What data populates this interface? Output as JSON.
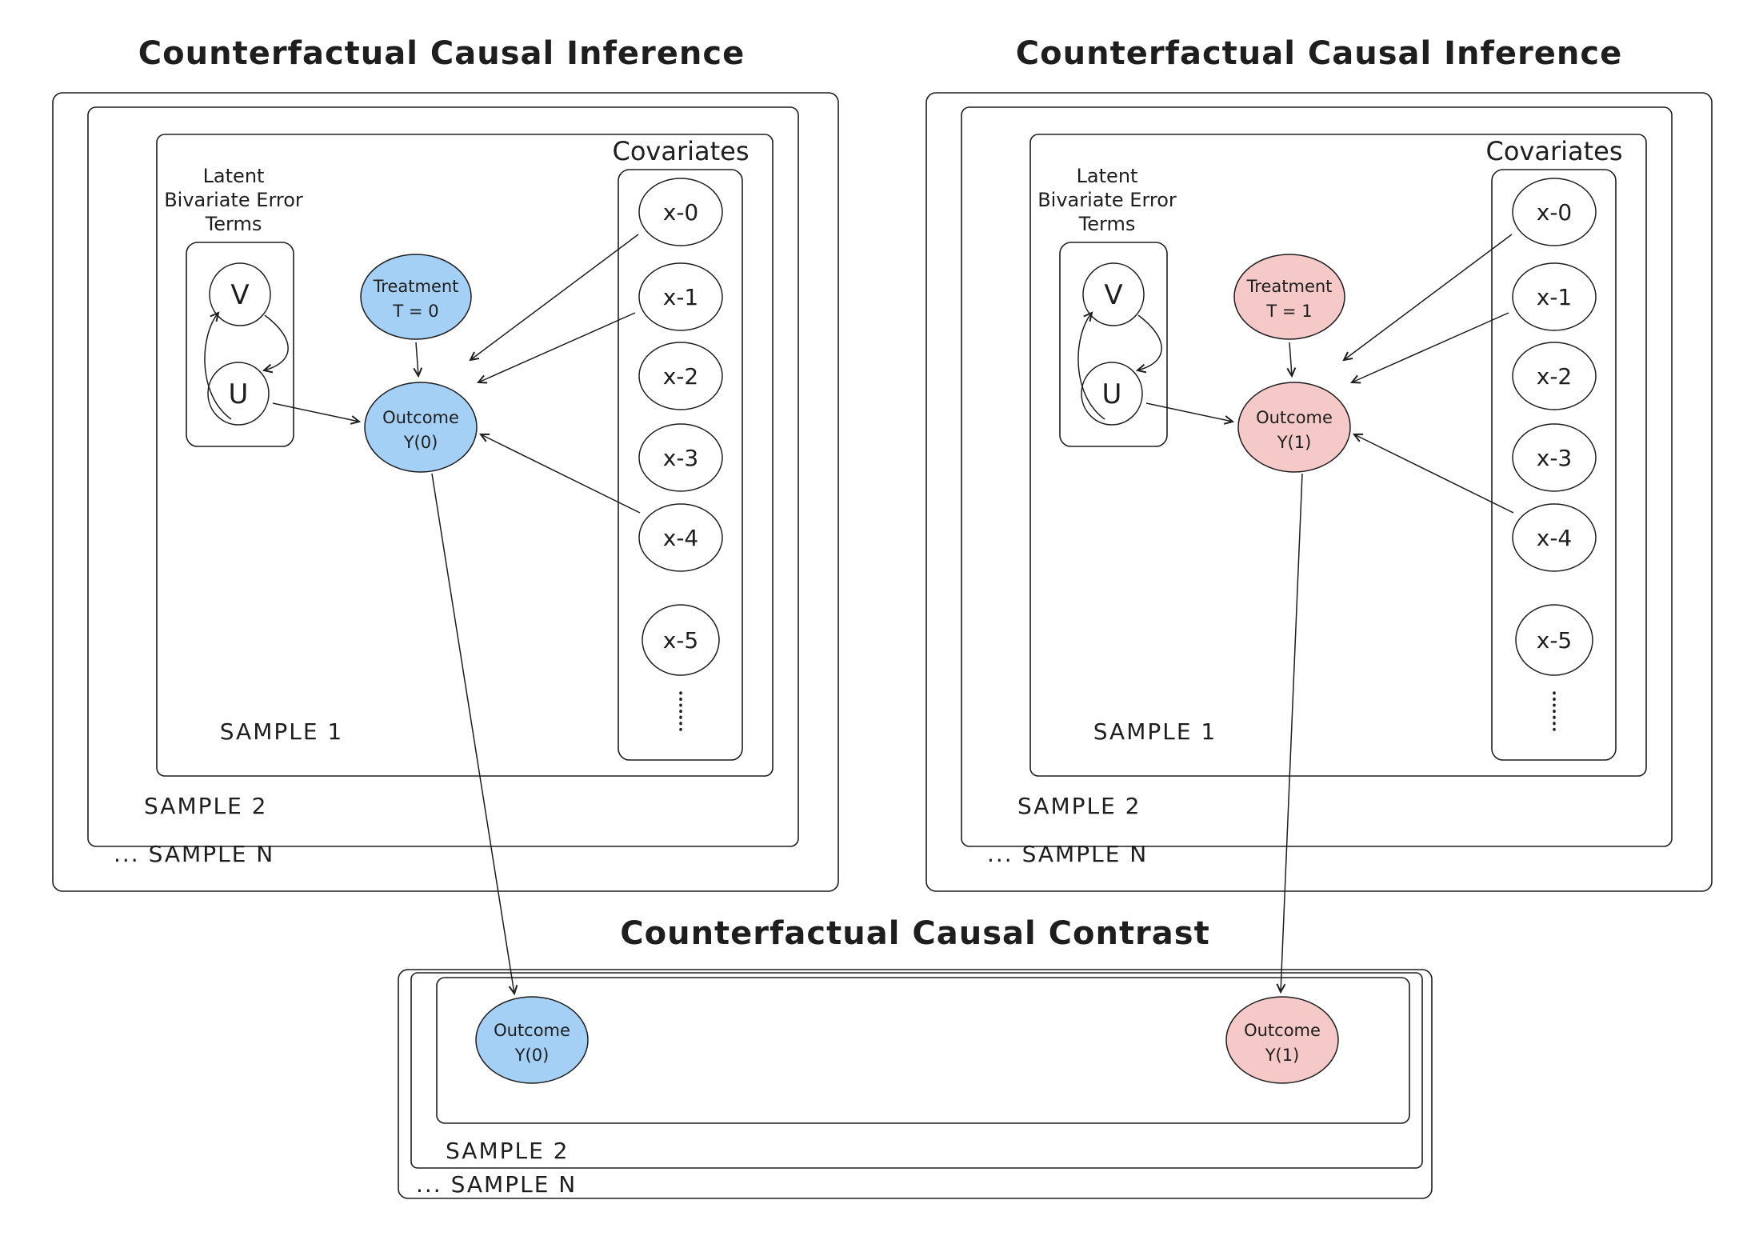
{
  "colors": {
    "control_fill": "#a4d0f5",
    "treated_fill": "#f5c9c7",
    "stroke": "#1e1e1e"
  },
  "left_panel": {
    "title": "Counterfactual Causal Inference",
    "latent_label": [
      "Latent",
      "Bivariate Error",
      "Terms"
    ],
    "v": "V",
    "u": "U",
    "treatment": [
      "Treatment",
      "T = 0"
    ],
    "outcome": [
      "Outcome",
      "Y(0)"
    ],
    "covariates_title": "Covariates",
    "covariates": [
      "x-0",
      "x-1",
      "x-2",
      "x-3",
      "x-4",
      "x-5"
    ],
    "samples": {
      "s1": "SAMPLE 1",
      "s2": "SAMPLE 2",
      "sn": "... SAMPLE N"
    }
  },
  "right_panel": {
    "title": "Counterfactual Causal Inference",
    "latent_label": [
      "Latent",
      "Bivariate Error",
      "Terms"
    ],
    "v": "V",
    "u": "U",
    "treatment": [
      "Treatment",
      "T = 1"
    ],
    "outcome": [
      "Outcome",
      "Y(1)"
    ],
    "covariates_title": "Covariates",
    "covariates": [
      "x-0",
      "x-1",
      "x-2",
      "x-3",
      "x-4",
      "x-5"
    ],
    "samples": {
      "s1": "SAMPLE 1",
      "s2": "SAMPLE 2",
      "sn": "... SAMPLE N"
    }
  },
  "contrast_panel": {
    "title": "Counterfactual Causal Contrast",
    "outcome_control": [
      "Outcome",
      "Y(0)"
    ],
    "outcome_treated": [
      "Outcome",
      "Y(1)"
    ],
    "samples": {
      "s2": "SAMPLE 2",
      "sn": "... SAMPLE N"
    }
  }
}
